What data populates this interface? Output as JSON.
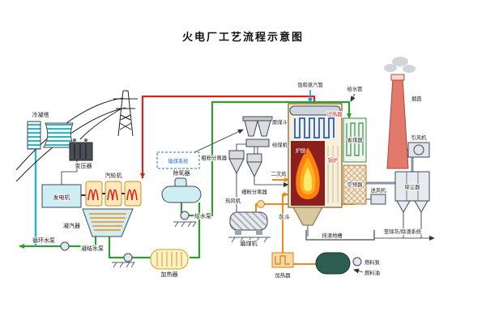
{
  "title": "火电厂工艺流程示意图",
  "labels": {
    "cooling_tower": "冷凝塔",
    "transformer": "变压器",
    "generator": "发电机",
    "turbine": "汽轮机",
    "condenser": "凝汽器",
    "circulating_pump": "循环水泵",
    "condensate_pump": "凝结水泵",
    "lp_heater": "加热器",
    "deaerator": "除氧器",
    "feed_pump": "给水泵",
    "coal_conveying_system": "输煤系统",
    "raw_coal_hopper": "原煤斗",
    "coal_feeder": "给煤机",
    "coarse_separator": "粗粉分离器",
    "fine_separator": "细粉分离器",
    "hot_air_fan": "热风机",
    "coal_mill": "磨煤机",
    "secondary_air": "二次风",
    "saturated_steam_pipe": "饱和蒸汽管",
    "feed_water_pipe": "给水管",
    "superheater": "过热器",
    "furnace": "炉膛",
    "boiler": "锅炉",
    "economizer": "省煤器",
    "air_preheater": "空预器",
    "forced_draft_fan": "送风机",
    "induced_draft_fan": "引风机",
    "dust_collector": "除尘器",
    "chimney": "烟囱",
    "ash_hopper": "灰斗",
    "slag_trench": "排渣地槽",
    "to_ash_slag_system": "至除灰/除渣系统",
    "fuel_pump": "燃料泵",
    "fuel_oil": "燃料油",
    "oil_heater": "加热器"
  },
  "colors": {
    "steam_pipe_red": "#e02020",
    "feedwater_pipe_green": "#2f9e2f",
    "cooling_pipe_blue": "#2bb3c9",
    "hot_air_orange": "#f08a1e",
    "flame_orange": "#ff7f10",
    "chimney_red": "#e2796a"
  }
}
